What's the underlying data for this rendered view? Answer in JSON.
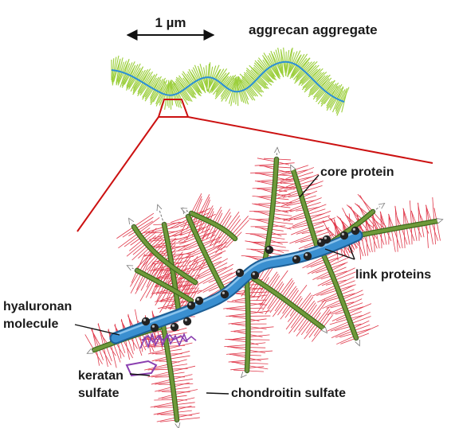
{
  "labels": {
    "scale_bar": "1 µm",
    "aggrecan_aggregate": "aggrecan aggregate",
    "core_protein": "core protein",
    "link_proteins": "link proteins",
    "hyaluronan_line1": "hyaluronan",
    "hyaluronan_line2": "molecule",
    "keratan_line1": "keratan",
    "keratan_line2": "sulfate",
    "chondroitin_sulfate": "chondroitin sulfate"
  },
  "colors": {
    "hyaluronan": "#3a8fd0",
    "hyaluronan_dark": "#1d5f96",
    "core_protein": "#6f9a3a",
    "core_protein_dark": "#3f6a1e",
    "chondroitin_sulfate": "#e0384a",
    "keratan_sulfate": "#8a3fb0",
    "aggregate_bristles": "#9ccf3c",
    "aggregate_axis": "#2b8fd6",
    "link_protein": "#222222",
    "zoom_box": "#cc1111",
    "text": "#1a1a1a"
  }
}
